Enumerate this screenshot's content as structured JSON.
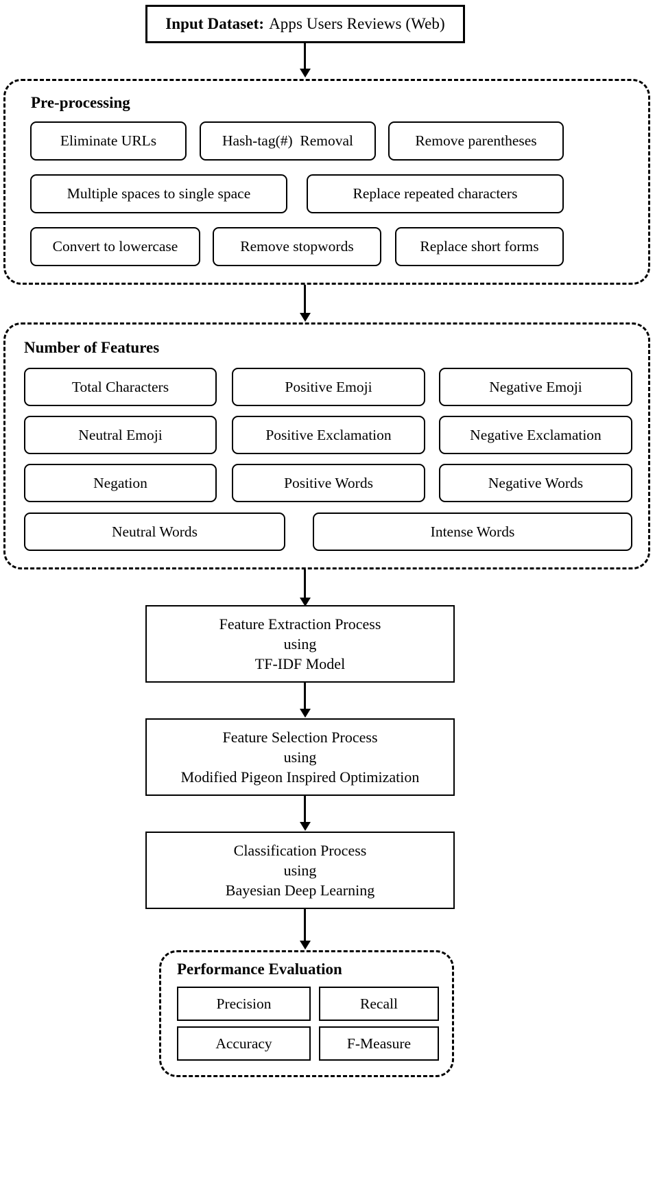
{
  "diagram": {
    "title_box": {
      "lead": "Input Dataset:",
      "rest": "Apps Users Reviews (Web)"
    },
    "preprocessing": {
      "title": "Pre-processing",
      "row1": [
        "Eliminate URLs",
        "Hash-tag(#)  Removal",
        "Remove parentheses"
      ],
      "row2": [
        "Multiple spaces to single space",
        "Replace repeated characters"
      ],
      "row3": [
        "Convert to lowercase",
        "Remove stopwords",
        "Replace short forms"
      ]
    },
    "features": {
      "title": "Number of Features",
      "row1": [
        "Total Characters",
        "Positive Emoji",
        "Negative Emoji"
      ],
      "row2": [
        "Neutral Emoji",
        "Positive Exclamation",
        "Negative Exclamation"
      ],
      "row3": [
        "Negation",
        "Positive Words",
        "Negative Words"
      ],
      "row4": [
        "Neutral Words",
        "Intense Words"
      ]
    },
    "processes": [
      {
        "line1": "Feature Extraction Process",
        "line2": "using",
        "line3": "TF-IDF Model"
      },
      {
        "line1": "Feature Selection Process",
        "line2": "using",
        "line3": "Modified Pigeon Inspired Optimization"
      },
      {
        "line1": "Classification Process",
        "line2": "using",
        "line3": "Bayesian Deep Learning"
      }
    ],
    "performance": {
      "title": "Performance Evaluation",
      "metrics": [
        "Precision",
        "Recall",
        "Accuracy",
        "F-Measure"
      ]
    },
    "colors": {
      "stroke": "#000000",
      "background": "#ffffff"
    }
  }
}
